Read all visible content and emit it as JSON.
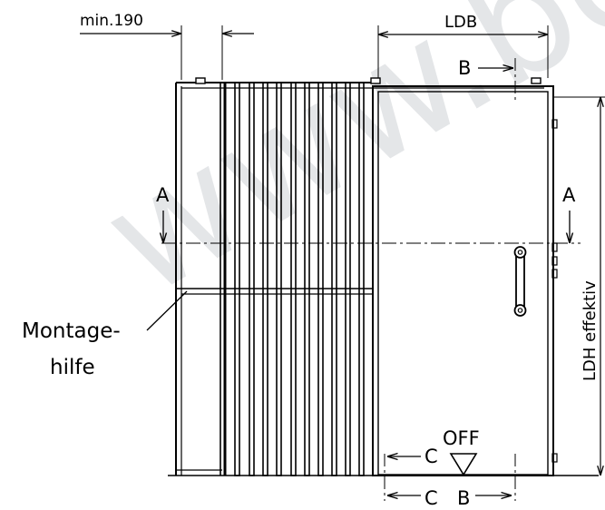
{
  "dimensions": {
    "min_width": "min.190",
    "door_width": "LDB",
    "door_height": "LDH effektiv"
  },
  "section_marks": {
    "a_left": "A",
    "a_right": "A",
    "b_top": "B",
    "b_bottom": "B",
    "c_mid": "C",
    "c_bottom": "C"
  },
  "labels": {
    "mounting_aid_line1": "Montage-",
    "mounting_aid_line2": "hilfe",
    "off_marker": "OFF"
  },
  "watermark": "www.bo"
}
